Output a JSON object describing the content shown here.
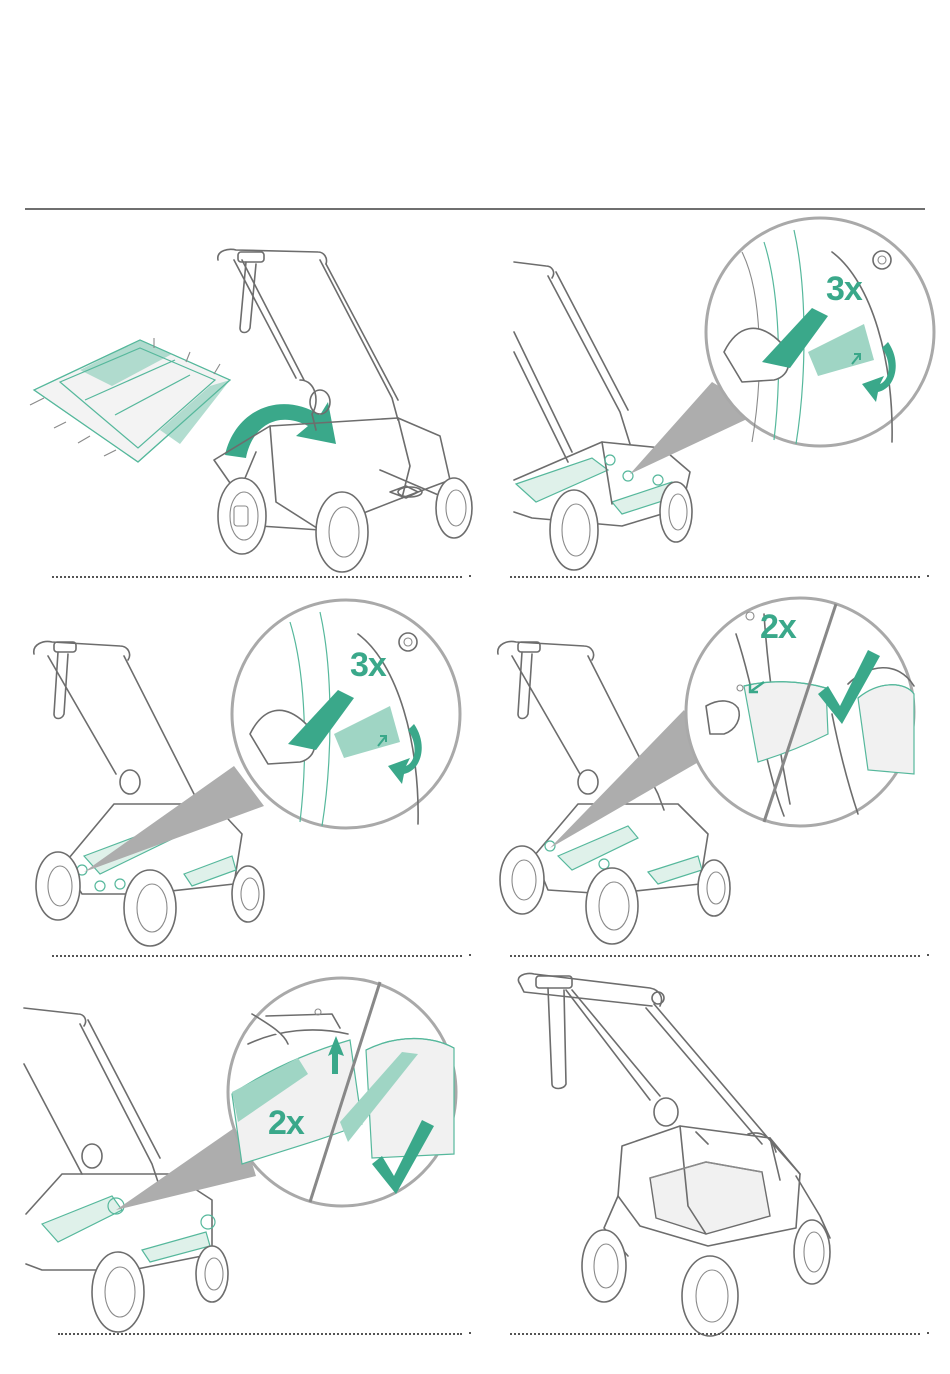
{
  "panels": [
    {
      "id": "panel-1"
    },
    {
      "id": "panel-2",
      "repeat_label": "3x"
    },
    {
      "id": "panel-3",
      "repeat_label": "3x"
    },
    {
      "id": "panel-4",
      "repeat_label": "2x"
    },
    {
      "id": "panel-5",
      "repeat_label": "2x"
    },
    {
      "id": "panel-6"
    }
  ],
  "colors": {
    "accent": "#3aa88a",
    "mesh": "#dff1ea",
    "line": "#6d6d6d",
    "zoom_cone": "#adadad",
    "header_rule": "#6f6f6f"
  },
  "icons": [
    "curved-arrow-icon",
    "small-arrow-icon",
    "checkmark-icon",
    "zoom-circle",
    "attachment-point-marker"
  ]
}
